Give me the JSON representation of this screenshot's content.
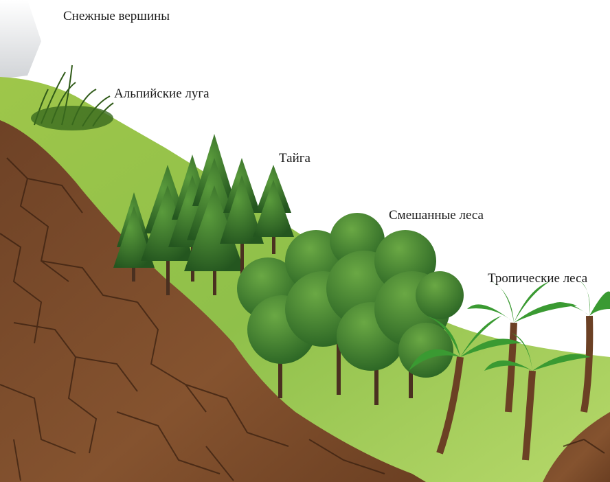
{
  "labels": {
    "snow_peaks": "Снежные вершины",
    "alpine_meadows": "Альпийские луга",
    "taiga": "Тайга",
    "mixed_forests": "Смешанные леса",
    "tropical_forests": "Тропические леса"
  },
  "colors": {
    "soil": "#7a4a2a",
    "soil_crack": "#3a2010",
    "grass": "#86b83a",
    "grass_light": "#b9d96a",
    "conifer": "#2f6b2a",
    "broadleaf": "#3d7f2c",
    "palm": "#3a9a32",
    "snow": "#e6e8ea"
  }
}
